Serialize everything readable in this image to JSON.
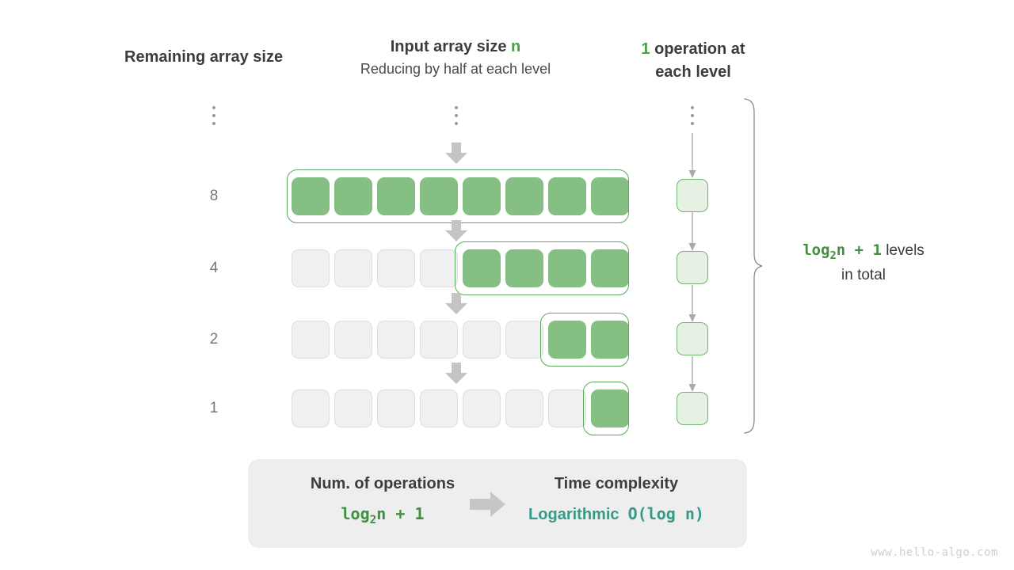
{
  "headers": {
    "left": {
      "title": "Remaining array size"
    },
    "middle": {
      "title_prefix": "Input array size ",
      "title_highlight": "n",
      "subtitle": "Reducing by half at each level"
    },
    "right": {
      "count": "1",
      "line1_rest": " operation at",
      "line2": "each level"
    }
  },
  "rows": [
    {
      "label": "8",
      "total_cells": 8,
      "green_cells": 8
    },
    {
      "label": "4",
      "total_cells": 8,
      "green_cells": 4
    },
    {
      "label": "2",
      "total_cells": 8,
      "green_cells": 2
    },
    {
      "label": "1",
      "total_cells": 8,
      "green_cells": 1
    }
  ],
  "ellipsis": {
    "left_dots": 3,
    "middle_dots": 3,
    "right_dots": 3
  },
  "brace": {
    "formula": "log",
    "formula_sub": "2",
    "formula_rest": "n + 1",
    "label_tail": "  levels",
    "label_line2": "in total"
  },
  "summary": {
    "left_title": "Num. of operations",
    "left_value_mono": "log",
    "left_value_sub": "2",
    "left_value_rest": "n + 1",
    "right_title": "Time complexity",
    "right_value_word": "Logarithmic",
    "right_value_notation": "O(log n)"
  },
  "watermark": "www.hello-algo.com",
  "colors": {
    "green_fill": "#85bf84",
    "green_border": "#5aa95a",
    "green_text": "#3f9140",
    "light_green_fill": "#e6f1e4",
    "gray_fill": "#f0f0f0",
    "gray_border": "#dedede",
    "arrow_gray": "#c4c4c4",
    "teal": "#389a86",
    "text_dark": "#3a3a3a",
    "label_gray": "#777777",
    "box_bg": "#eeeeee"
  }
}
